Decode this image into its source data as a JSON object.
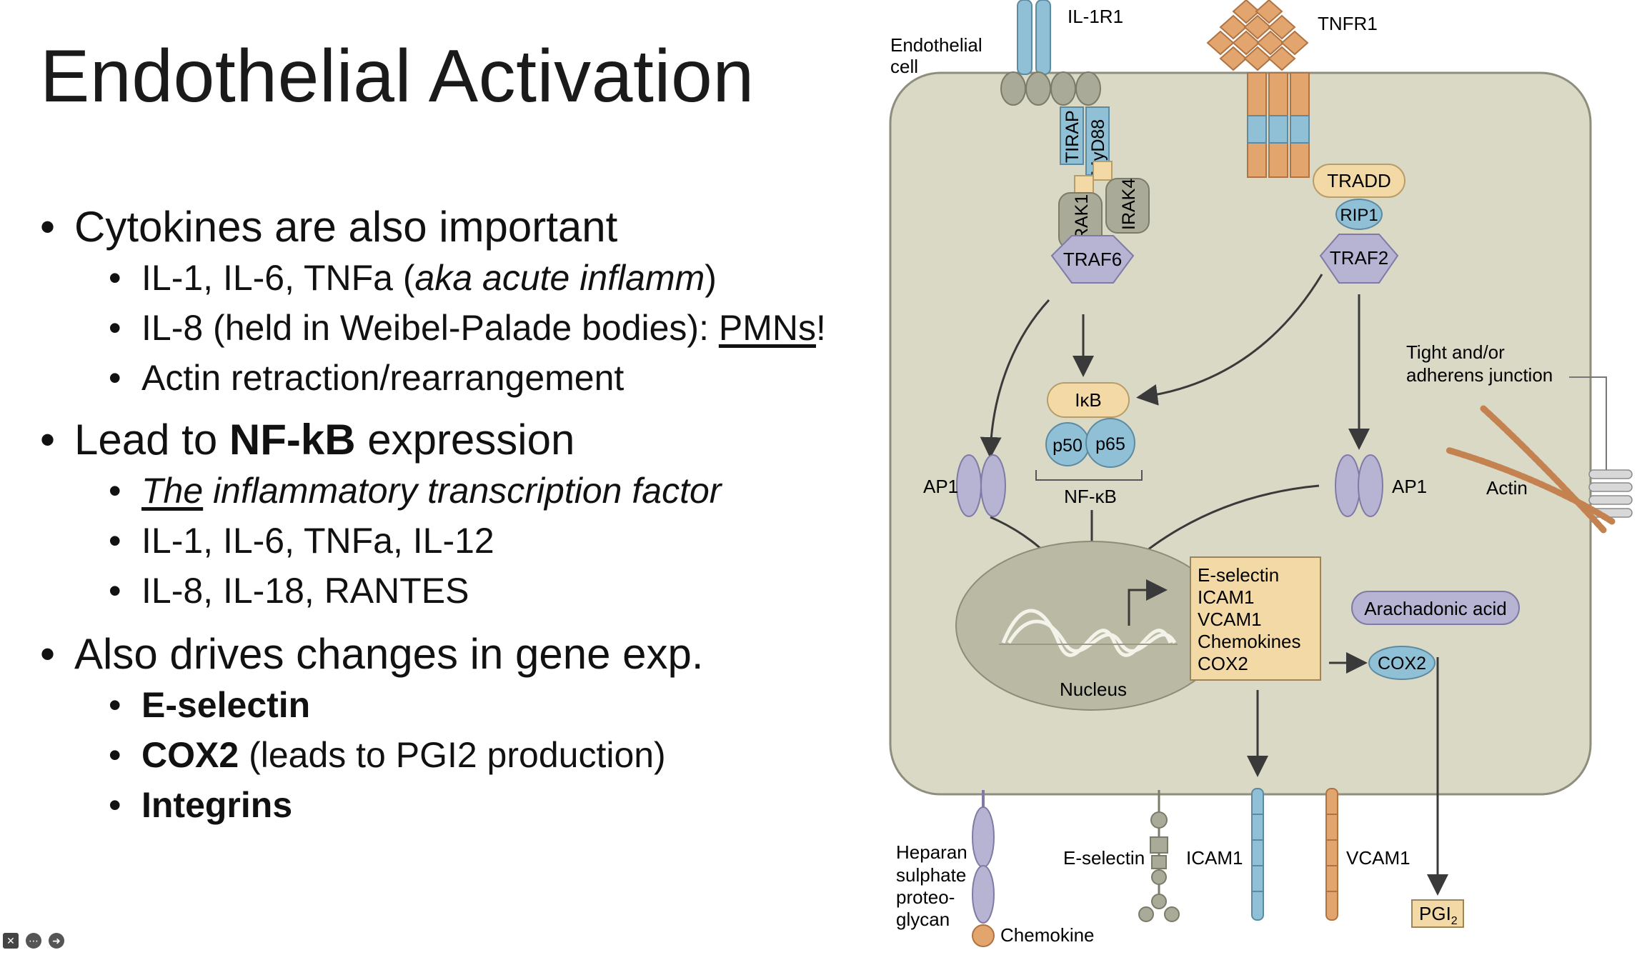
{
  "slide": {
    "title": "Endothelial Activation",
    "bullets": {
      "b1": "Cytokines are also important",
      "b1s1_pre": "IL-1, IL-6, TNFa (",
      "b1s1_it": "aka acute inflamm",
      "b1s1_post": ")",
      "b1s2_pre": "IL-8 (held in Weibel-Palade bodies): ",
      "b1s2_u": "PMNs",
      "b1s2_post": "!",
      "b1s3": "Actin retraction/rearrangement",
      "b2_pre": "Lead to ",
      "b2_b": "NF-kB",
      "b2_post": " expression",
      "b2s1_u": "The",
      "b2s1_rest": " inflammatory transcription factor",
      "b2s2": "IL-1, IL-6, TNFa, IL-12",
      "b2s3": "IL-8, IL-18, RANTES",
      "b3": "Also drives changes in gene exp.",
      "b3s1": "E-selectin",
      "b3s2_b": "COX2",
      "b3s2_rest": " (leads to PGI2 production)",
      "b3s3": "Integrins"
    }
  },
  "diagram": {
    "il1r1": "IL-1R1",
    "tnfr1": "TNFR1",
    "endo_cell_l1": "Endothelial",
    "endo_cell_l2": "cell",
    "tirap": "TIRAP",
    "myd88": "MyD88",
    "irak1": "IRAK1",
    "irak4": "IRAK4",
    "traf6": "TRAF6",
    "tradd": "TRADD",
    "rip1": "RIP1",
    "traf2": "TRAF2",
    "ikb": "IκB",
    "p50": "p50",
    "p65": "p65",
    "nfkb": "NF-κB",
    "ap1_left": "AP1",
    "ap1_right": "AP1",
    "tight_l1": "Tight and/or",
    "tight_l2": "adherens junction",
    "actin": "Actin",
    "nucleus": "Nucleus",
    "genes": [
      "E-selectin",
      "ICAM1",
      "VCAM1",
      "Chemokines",
      "COX2"
    ],
    "arachidonic": "Arachadonic acid",
    "cox2": "COX2",
    "pgi2": "PGI",
    "pgi2_sub": "2",
    "heparan": [
      "Heparan",
      "sulphate",
      "proteo-",
      "glycan"
    ],
    "chemokine": "Chemokine",
    "eselectin_surface": "E-selectin",
    "icam1_surface": "ICAM1",
    "vcam1_surface": "VCAM1"
  },
  "colors": {
    "cell_fill": "#dad9c6",
    "cell_stroke": "#8f8e7c",
    "receptor_blue": "#8fc0d6",
    "receptor_orange": "#e3a56e",
    "purple": "#b7b3d3",
    "olive": "#a9aa97",
    "tan": "#f3d9a6"
  },
  "controls": [
    "camera-off-icon",
    "more-options-icon",
    "next-icon"
  ]
}
